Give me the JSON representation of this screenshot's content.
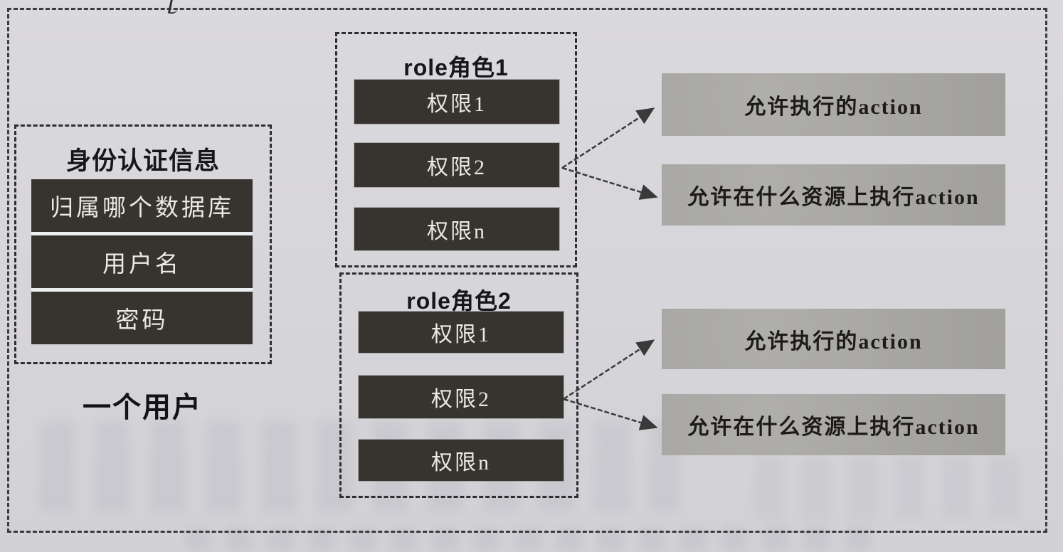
{
  "figure": {
    "description": "scanned book diagram of database user identity, roles, permissions and allowed actions"
  },
  "user_card": {
    "title": "身份认证信息",
    "fields": [
      "归属哪个数据库",
      "用户名",
      "密码"
    ],
    "caption": "一个用户"
  },
  "roles": [
    {
      "title": "role角色1",
      "permissions": [
        "权限1",
        "权限2",
        "权限n"
      ]
    },
    {
      "title": "role角色2",
      "permissions": [
        "权限1",
        "权限2",
        "权限n"
      ]
    }
  ],
  "action_groups": [
    {
      "allowed_action": "允许执行的action",
      "allowed_resource": "允许在什么资源上执行action"
    },
    {
      "allowed_action": "允许执行的action",
      "allowed_resource": "允许在什么资源上执行action"
    }
  ],
  "colors": {
    "page_background": "#d6d5d9",
    "dashed_border": "#2e2e2e",
    "dark_box": "#37332e",
    "dark_box_text": "#ece9e2",
    "action_box": "#a9a8a5",
    "action_box_text": "#1d1b18",
    "arrow": "#3a3a3a"
  }
}
